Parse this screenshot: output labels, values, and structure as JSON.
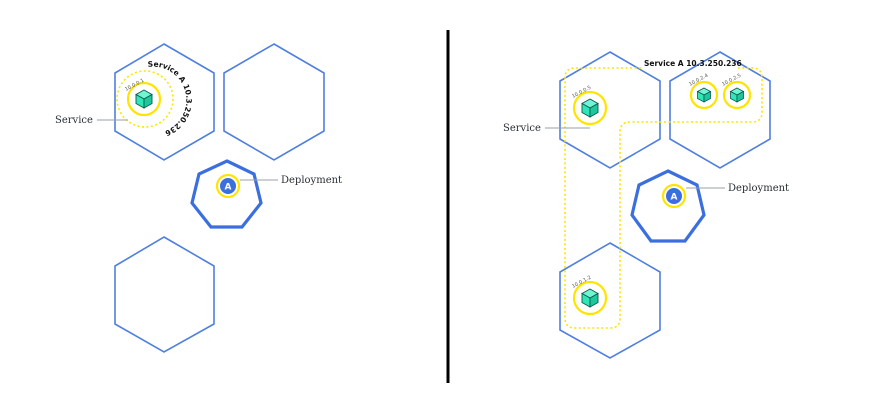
{
  "left": {
    "service_label": "Service",
    "deployment_label": "Deployment",
    "pod_ip": "10.0.0.1",
    "service_arc_label": "Service A 10.3.250.236",
    "deployment_glyph": "A"
  },
  "right": {
    "service_label": "Service",
    "deployment_label": "Deployment",
    "service_header": "Service A 10.3.250.236",
    "pod_ips": [
      "10.0.0.5",
      "10.0.2.4",
      "10.0.2.5",
      "10.0.1.2"
    ],
    "deployment_glyph": "A"
  },
  "colors": {
    "node_stroke": "#4f7fe0",
    "deployment_stroke": "#3b6fe0",
    "service_yellow": "#ffe400",
    "pod_fill": "#2ee6b8",
    "divider": "#000000"
  },
  "icons": [
    "pod-cube-icon",
    "deployment-a-icon"
  ]
}
